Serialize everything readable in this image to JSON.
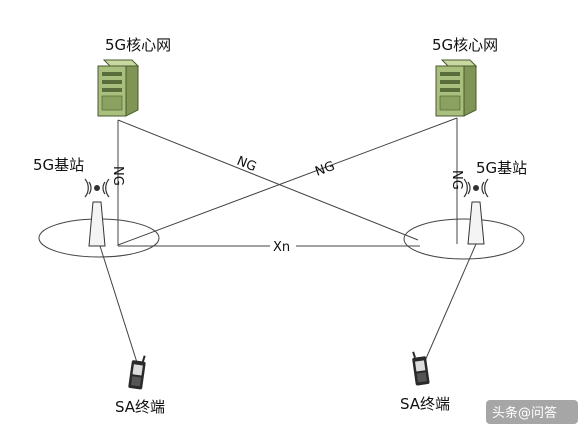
{
  "nodes": {
    "core_left": {
      "label": "5G核心网"
    },
    "core_right": {
      "label": "5G核心网"
    },
    "gnb_left": {
      "label": "5G基站"
    },
    "gnb_right": {
      "label": "5G基站"
    },
    "ue_left": {
      "label": "SA终端"
    },
    "ue_right": {
      "label": "SA终端"
    }
  },
  "links": {
    "ng_left_vertical": "NG",
    "ng_right_vertical": "NG",
    "ng_cross_a": "NG",
    "ng_cross_b": "NG",
    "xn": "Xn"
  },
  "watermark": {
    "text": "头条@问答"
  },
  "colors": {
    "server_body": "#a9bf7d",
    "server_dark": "#5a6b3c",
    "line": "#444444"
  }
}
